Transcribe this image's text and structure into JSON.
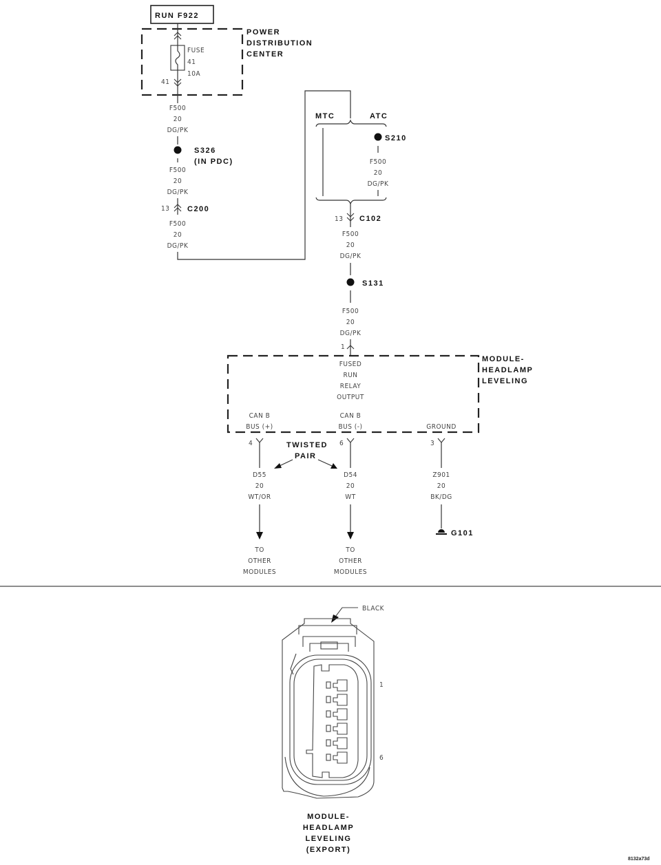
{
  "source_box": {
    "label": "RUN F922"
  },
  "pdc": {
    "title": [
      "POWER",
      "DISTRIBUTION",
      "CENTER"
    ],
    "fuse": {
      "label": "FUSE",
      "number": "41",
      "rating": "10A",
      "cavity": "41"
    }
  },
  "wire_f500": {
    "circuit": "F500",
    "gauge": "20",
    "color": "DG/PK"
  },
  "splices": {
    "s326": [
      "S326",
      "(IN PDC)"
    ],
    "s210": "S210",
    "s131": "S131"
  },
  "connectors": {
    "c200": {
      "name": "C200",
      "pin": "13"
    },
    "c102": {
      "name": "C102",
      "pin": "13"
    },
    "module_pin1": "1",
    "module_pin4": "4",
    "module_pin6": "6",
    "module_pin3": "3"
  },
  "options": {
    "mtc": "MTC",
    "atc": "ATC"
  },
  "module": {
    "title": [
      "MODULE-",
      "HEADLAMP",
      "LEVELING"
    ],
    "fused_run": [
      "FUSED",
      "RUN",
      "RELAY",
      "OUTPUT"
    ],
    "can_plus": [
      "CAN B",
      "BUS (+)"
    ],
    "can_minus": [
      "CAN B",
      "BUS (-)"
    ],
    "ground": "GROUND"
  },
  "twisted_pair": [
    "TWISTED",
    "PAIR"
  ],
  "wires_out": [
    {
      "circuit": "D55",
      "gauge": "20",
      "color": "WT/OR",
      "dest": [
        "TO",
        "OTHER",
        "MODULES"
      ]
    },
    {
      "circuit": "D54",
      "gauge": "20",
      "color": "WT",
      "dest": [
        "TO",
        "OTHER",
        "MODULES"
      ]
    },
    {
      "circuit": "Z901",
      "gauge": "20",
      "color": "BK/DG",
      "ground": "G101"
    }
  ],
  "connector_view": {
    "color_label": "BLACK",
    "pin_first": "1",
    "pin_last": "6",
    "title": [
      "MODULE-",
      "HEADLAMP",
      "LEVELING",
      "(EXPORT)"
    ]
  },
  "diagram_code": "8132a73d"
}
